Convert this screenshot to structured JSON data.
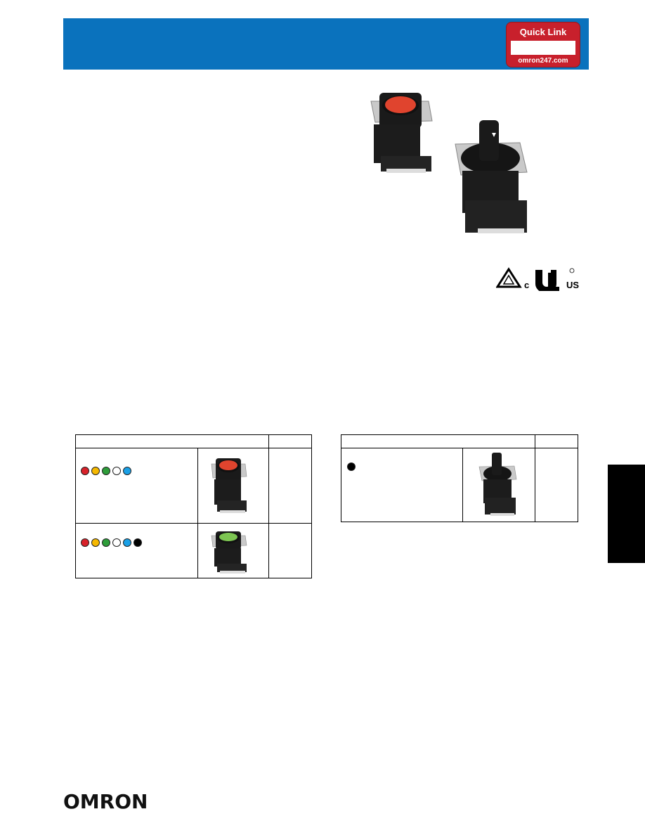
{
  "header": {
    "quick_link": {
      "title": "Quick Link",
      "url": "omron247.com"
    },
    "accent_color": "#0a72bd",
    "badge_color": "#c8202c"
  },
  "certification": {
    "marks": [
      "c",
      "US"
    ]
  },
  "table_left": {
    "rows": [
      {
        "color_dots": [
          "#d8222a",
          "#f5b800",
          "#2e9d3a",
          "#ffffff",
          "#1aa0e6"
        ],
        "image": "red-pushbutton"
      },
      {
        "color_dots": [
          "#d8222a",
          "#f5b800",
          "#2e9d3a",
          "#ffffff",
          "#1aa0e6",
          "#000000"
        ],
        "image": "green-pushbutton"
      }
    ]
  },
  "table_right": {
    "rows": [
      {
        "color_dots": [
          "#000000"
        ],
        "image": "selector-switch"
      }
    ]
  },
  "footer": {
    "logo": "OMRON"
  }
}
